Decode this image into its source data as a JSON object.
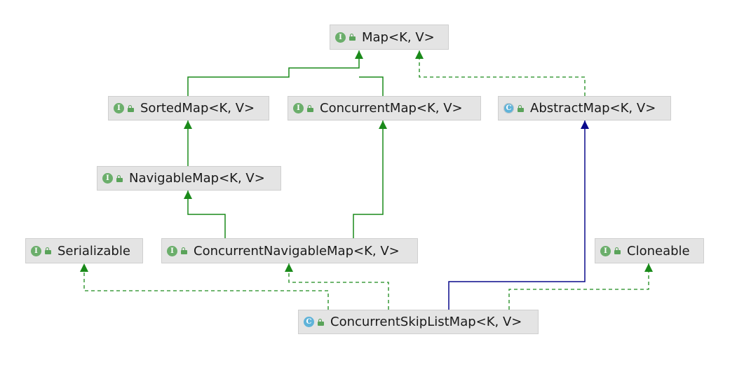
{
  "diagram": {
    "nodes": {
      "map": {
        "label": "Map<K, V>",
        "badge": "I",
        "kind": "interface"
      },
      "sortedmap": {
        "label": "SortedMap<K, V>",
        "badge": "I",
        "kind": "interface"
      },
      "concurrentmap": {
        "label": "ConcurrentMap<K, V>",
        "badge": "I",
        "kind": "interface"
      },
      "abstractmap": {
        "label": "AbstractMap<K, V>",
        "badge": "C",
        "kind": "abstract-class"
      },
      "navigablemap": {
        "label": "NavigableMap<K, V>",
        "badge": "I",
        "kind": "interface"
      },
      "serializable": {
        "label": "Serializable",
        "badge": "I",
        "kind": "interface"
      },
      "concurrentnavigablemap": {
        "label": "ConcurrentNavigableMap<K, V>",
        "badge": "I",
        "kind": "interface"
      },
      "cloneable": {
        "label": "Cloneable",
        "badge": "I",
        "kind": "interface"
      },
      "concurrentskiplistmap": {
        "label": "ConcurrentSkipListMap<K, V>",
        "badge": "C",
        "kind": "class"
      }
    },
    "colors": {
      "interface_extends": "#1a8a1a",
      "class_extends": "#0a0a8c",
      "node_fill": "#e4e4e4",
      "interface_badge": "#6bae6b",
      "class_badge": "#5fb3d9"
    }
  }
}
